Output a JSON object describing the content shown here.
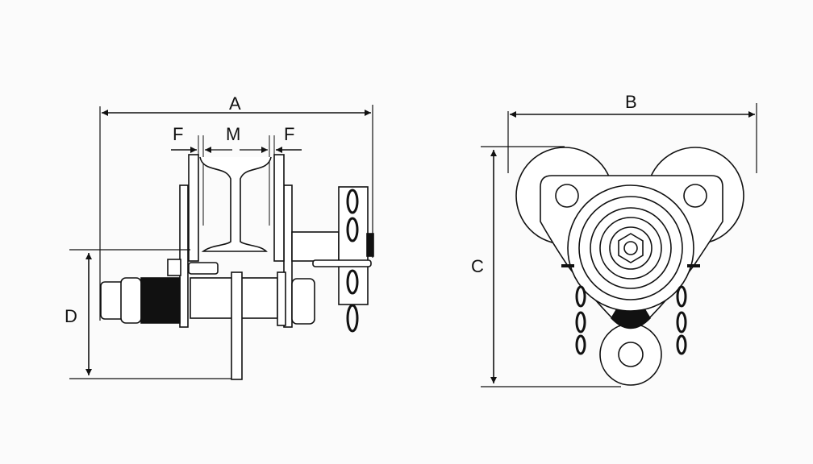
{
  "diagram": {
    "side_view": {
      "dimensions": {
        "overall_width": "A",
        "flange_left": "F",
        "rail_gap": "M",
        "flange_right": "F",
        "height_below_rail": "D"
      }
    },
    "front_view": {
      "dimensions": {
        "width": "B",
        "height": "C"
      }
    },
    "colors": {
      "line": "#111111",
      "background": "#fbfbfb"
    }
  }
}
